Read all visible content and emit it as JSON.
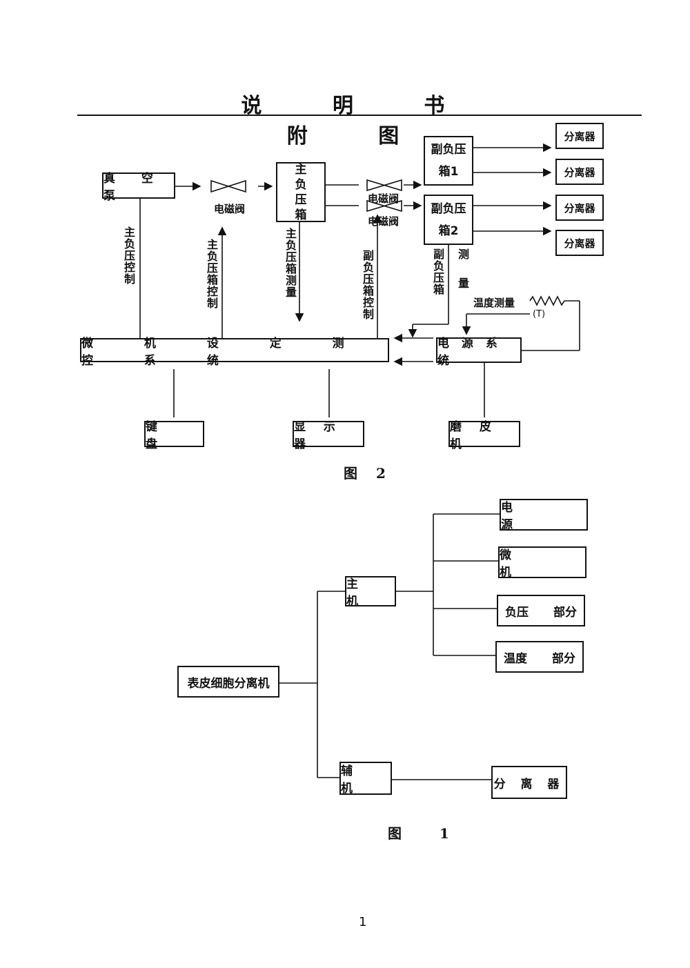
{
  "page_title": "说 明 书 附 图",
  "fig2": {
    "caption": "图 2",
    "vacuum_pump": "真 空 泵",
    "valve1_label": "电磁阀",
    "main_box_lines": [
      "主",
      "负",
      "压",
      "箱"
    ],
    "valve2_label": "电磁阀",
    "valve3_label": "电磁阀",
    "sub_box1_lines": [
      "副负压",
      "箱1"
    ],
    "sub_box2_lines": [
      "副负压",
      "箱2"
    ],
    "separators": [
      "分离器",
      "分离器",
      "分离器",
      "分离器"
    ],
    "v_main_control": "主负压控制",
    "v_main_box_control": "主负压箱控制",
    "v_main_box_measure": "主负压箱测量",
    "v_sub_box_control": "副负压箱控制",
    "v_sub_box_measure": "副负压箱",
    "v_measure": "测量",
    "temp_measure": "温度测量",
    "temp_symbol": "(T)",
    "control_system": "微 机 设 定 测 控 系 统",
    "power_system": "电 源 系 统",
    "keyboard": "键 盘",
    "display": "显 示 器",
    "dermatome": "磨 皮 机"
  },
  "fig1": {
    "caption": "图 1",
    "root": "表皮细胞分离机",
    "host": "主 机",
    "aux": "辅 机",
    "power": "电 源",
    "micro": "微 机",
    "pressure_left": "负压",
    "pressure_right": "部分",
    "temp_left": "温度",
    "temp_right": "部分",
    "separator": "分 离 器"
  },
  "page_number": "1"
}
